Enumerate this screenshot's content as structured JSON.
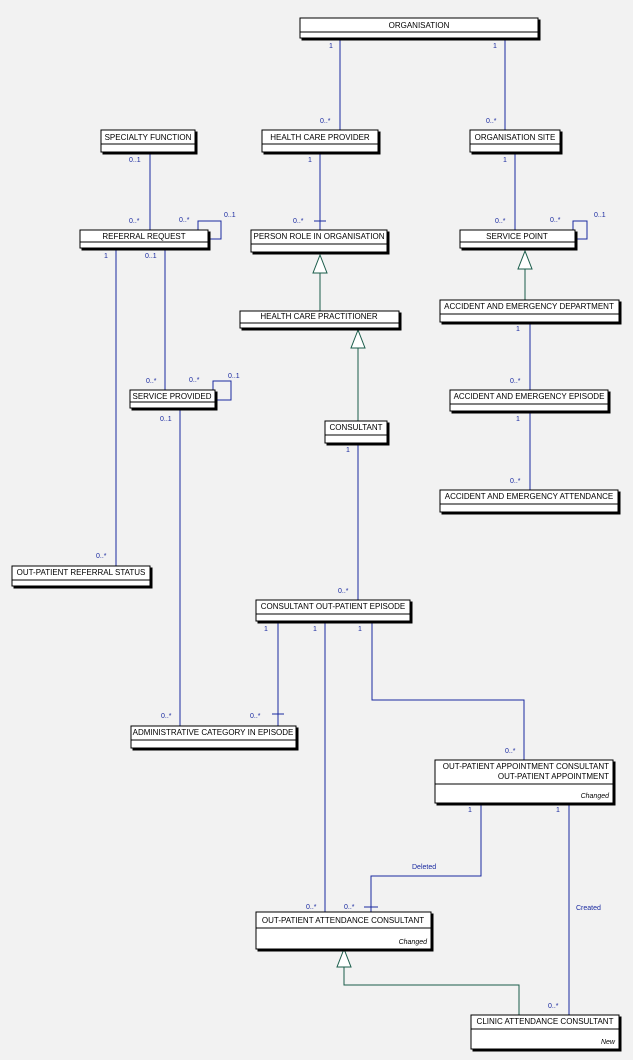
{
  "entities": {
    "organisation": "ORGANISATION",
    "specialty_function": "SPECIALTY FUNCTION",
    "health_care_provider": "HEALTH CARE PROVIDER",
    "organisation_site": "ORGANISATION SITE",
    "referral_request": "REFERRAL REQUEST",
    "person_role": "PERSON ROLE IN ORGANISATION",
    "service_point": "SERVICE POINT",
    "hcp": "HEALTH CARE PRACTITIONER",
    "aed": "ACCIDENT AND EMERGENCY DEPARTMENT",
    "service_provided": "SERVICE PROVIDED",
    "ae_episode": "ACCIDENT AND EMERGENCY EPISODE",
    "consultant": "CONSULTANT",
    "ae_attendance": "ACCIDENT AND EMERGENCY ATTENDANCE",
    "op_referral_status": "OUT-PATIENT REFERRAL STATUS",
    "cons_op_episode": "CONSULTANT OUT-PATIENT EPISODE",
    "admin_category": "ADMINISTRATIVE CATEGORY IN EPISODE",
    "op_appt_line1": "OUT-PATIENT APPOINTMENT CONSULTANT",
    "op_appt_line2": "OUT-PATIENT APPOINTMENT",
    "op_attendance": "OUT-PATIENT ATTENDANCE CONSULTANT",
    "clinic_attendance": "CLINIC ATTENDANCE CONSULTANT"
  },
  "stereotypes": {
    "changed": "Changed",
    "new": "New"
  },
  "association_labels": {
    "deleted": "Deleted",
    "created": "Created"
  },
  "multiplicities": {
    "one": "1",
    "many": "0..*",
    "optional": "0..1"
  },
  "colors": {
    "background": "#f2f2f2",
    "association_line": "#1a2aa0",
    "generalization_line": "#1a5c4a",
    "box_fill": "#ffffff",
    "box_stroke": "#000000"
  }
}
